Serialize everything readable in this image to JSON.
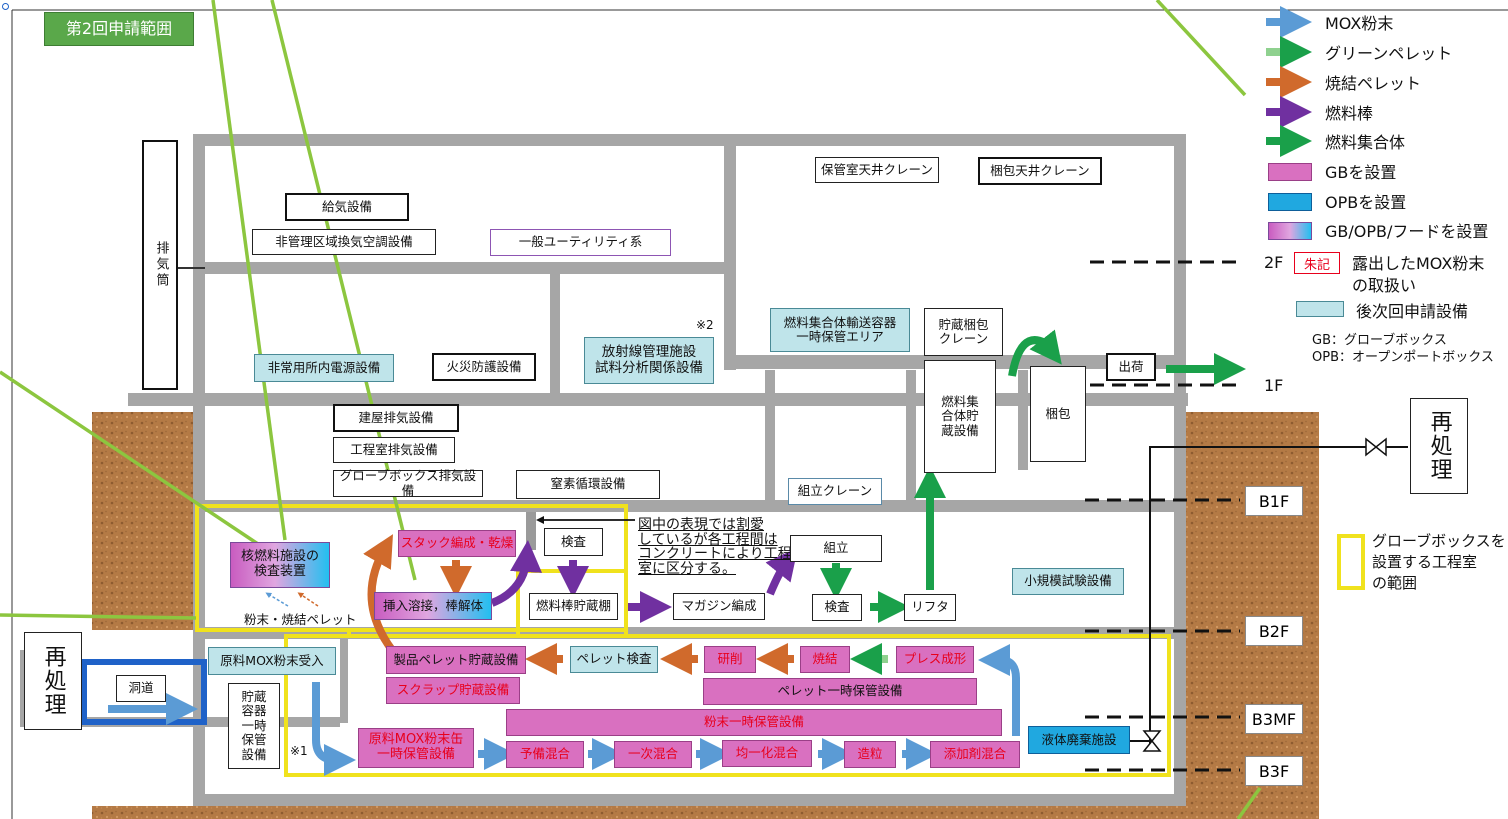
{
  "badge": {
    "label": "第2回申請範囲",
    "color": "#5aa84a"
  },
  "legend": {
    "arrows": [
      {
        "label": "MOX粉末",
        "color": "#5b9bd5"
      },
      {
        "label": "グリーンペレット",
        "color": "#8fd18f"
      },
      {
        "label": "焼結ペレット",
        "color": "#d06a2c"
      },
      {
        "label": "燃料棒",
        "color": "#7030a0"
      },
      {
        "label": "燃料集合体",
        "color": "#1aa04a"
      }
    ],
    "fills": [
      {
        "label": "GBを設置",
        "color": "#d970c0"
      },
      {
        "label": "OPBを設置",
        "color": "#20a8e0"
      },
      {
        "label": "GB/OPB/フードを設置",
        "color": "gradient"
      }
    ],
    "red_tag": "朱記",
    "red_desc_1": "露出したMOX粉末",
    "red_desc_2": "の取扱い",
    "later": "後次回申請設備",
    "gb": "GB：グローブボックス",
    "opb": "OPB：オープンポートボックス",
    "yellow_1": "グローブボックスを",
    "yellow_2": "設置する工程室",
    "yellow_3": "の範囲"
  },
  "floors": {
    "f2": "2F",
    "f1": "1F",
    "b1": "B1F",
    "b2": "B2F",
    "b3m": "B3MF",
    "b3": "B3F"
  },
  "reprocess": {
    "right": "再処理",
    "left": "再処理"
  },
  "stack": "排気筒",
  "note_1": "※1",
  "note_2": "※2",
  "partition_note": [
    "図中の表現では割愛",
    "しているが各工程間は",
    "コンクリートにより工程",
    "室に区分する。"
  ],
  "boxes": {
    "supply_air": "給気設備",
    "uncontrolled_hvac": "非管理区域換気空調設備",
    "utility": "一般ユーティリティ系",
    "storage_crane": "保管室天井クレーン",
    "packing_crane": "梱包天井クレーン",
    "emergency_power": "非常用所内電源設備",
    "fire": "火災防護設備",
    "radiation_1": "放射線管理施設",
    "radiation_2": "試料分析関係設備",
    "assembly_container_1": "燃料集合体輸送容器",
    "assembly_container_2": "一時保管エリア",
    "storage_pack_crane_1": "貯蔵梱包",
    "storage_pack_crane_2": "クレーン",
    "assembly_storage": [
      "燃料集",
      "合体貯",
      "蔵設備"
    ],
    "packing": "梱包",
    "shipping": "出荷",
    "building_exhaust": "建屋排気設備",
    "process_exhaust": "工程室排気設備",
    "gb_exhaust": "グローブボックス排気設備",
    "nitrogen": "窒素循環設備",
    "assembly_crane": "組立クレーン",
    "inspection_device_1": "核燃料施設の",
    "inspection_device_2": "検査装置",
    "powder_pellet": "粉末・焼結ペレット",
    "stack_dry": "スタック編成・乾燥",
    "insert_weld": "挿入溶接，棒解体",
    "inspect_top": "検査",
    "rod_shelf": "燃料棒貯蔵棚",
    "magazine": "マガジン編成",
    "assembly": "組立",
    "inspect_asm": "検査",
    "lifter": "リフタ",
    "small_test": "小規模試験設備",
    "raw_receive": "原料MOX粉末受入",
    "tunnel": "洞道",
    "storage_container": [
      "貯蔵",
      "容器",
      "一時",
      "保管",
      "設備"
    ],
    "product_pellet": "製品ペレット貯蔵設備",
    "scrap": "スクラップ貯蔵設備",
    "pellet_inspect": "ペレット検査",
    "grinding": "研削",
    "sintering": "焼結",
    "pressing": "プレス成形",
    "pellet_temp": "ペレット一時保管設備",
    "powder_temp": "粉末一時保管設備",
    "can_storage_1": "原料MOX粉末缶",
    "can_storage_2": "一時保管設備",
    "pre_mix": "予備混合",
    "primary_mix": "一次混合",
    "homogenize": "均一化混合",
    "granulate": "造粒",
    "additive": "添加剤混合",
    "liquid_waste": "液体廃棄施設"
  }
}
